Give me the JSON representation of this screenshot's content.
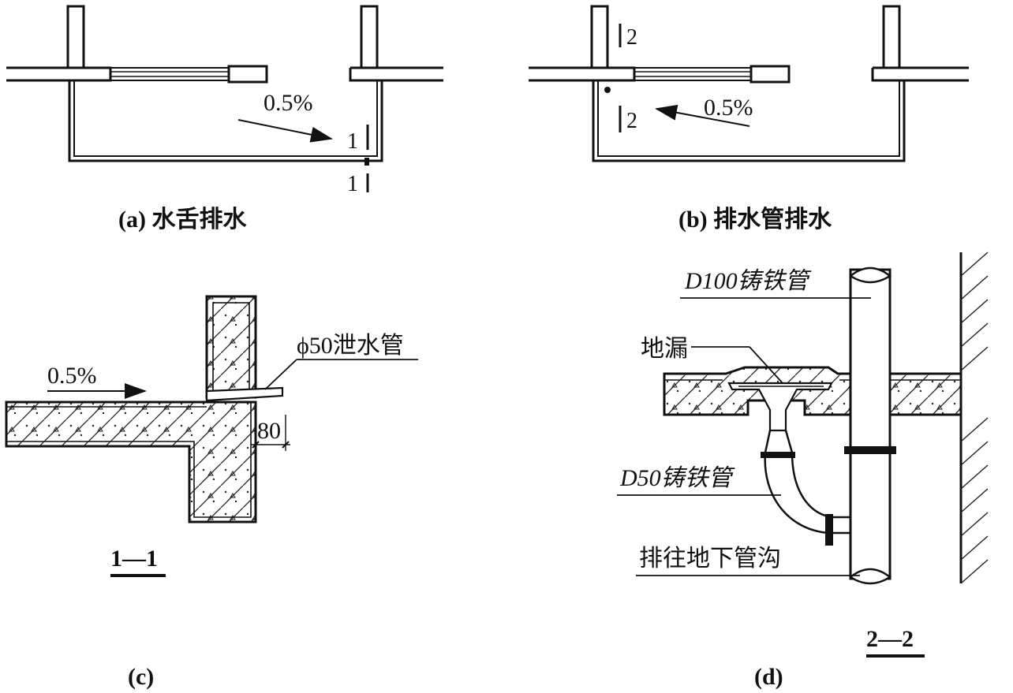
{
  "panel_a": {
    "caption": "(a) 水舌排水",
    "slope": "0.5%",
    "section_mark_top": "1",
    "section_mark_bottom": "1"
  },
  "panel_b": {
    "caption": "(b) 排水管排水",
    "slope": "0.5%",
    "section_mark_top": "2",
    "section_mark_bottom": "2"
  },
  "panel_c": {
    "caption": "(c)",
    "slope": "0.5%",
    "pipe_label": "ϕ50泄水管",
    "dimension": "80",
    "section_title": "1—1"
  },
  "panel_d": {
    "caption": "(d)",
    "label_main_pipe": "D100铸铁管",
    "label_floor_drain": "地漏",
    "label_branch_pipe": "D50铸铁管",
    "label_outlet": "排往地下管沟",
    "section_title": "2—2"
  }
}
